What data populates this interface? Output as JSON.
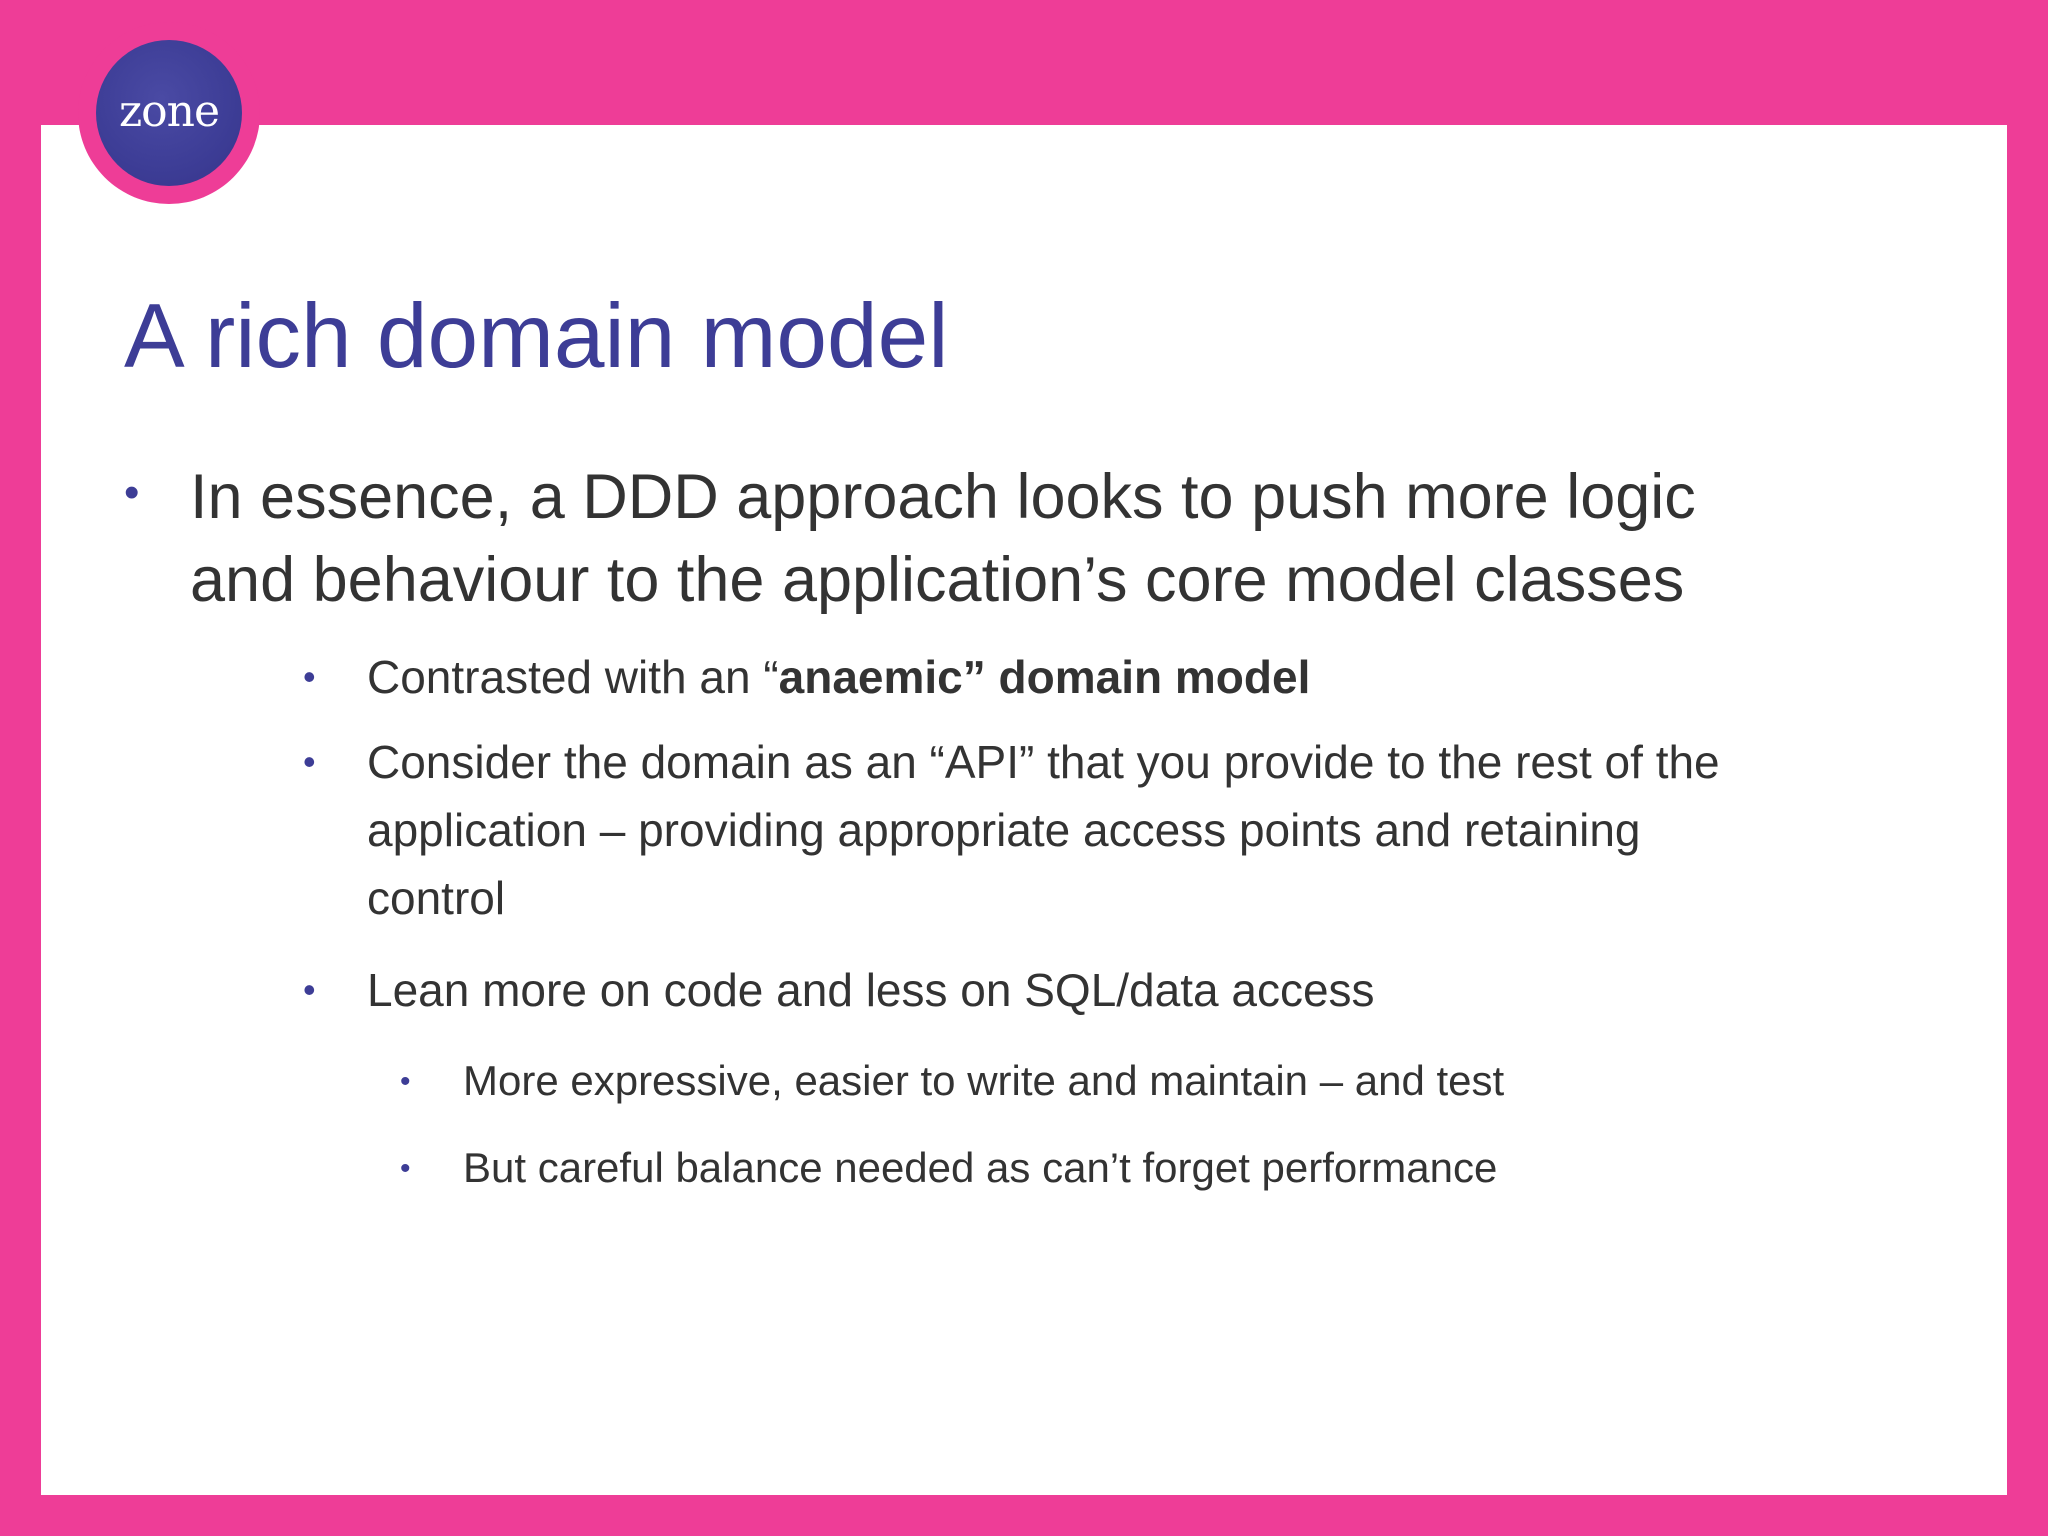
{
  "logo": {
    "text": "zone"
  },
  "title": "A rich domain model",
  "bullets": {
    "b1": {
      "line1": "In essence, a DDD approach looks to push more logic",
      "line2": "and behaviour to the application’s core model classes"
    },
    "b2": {
      "prefix": "Contrasted with an “",
      "bold": "anaemic” domain model"
    },
    "b3": {
      "line1": "Consider the domain as an “API” that you provide to the rest of the",
      "line2": "application – providing appropriate access points and retaining",
      "line3": "control"
    },
    "b4": "Lean more on code and less on SQL/data access",
    "b5": "More expressive, easier to write and maintain – and test",
    "b6": "But careful balance needed as can’t forget performance"
  },
  "bullet_glyph": "•",
  "colors": {
    "frame": "#ee3d97",
    "accent": "#3d3d96",
    "text": "#333333",
    "panel": "#ffffff"
  }
}
